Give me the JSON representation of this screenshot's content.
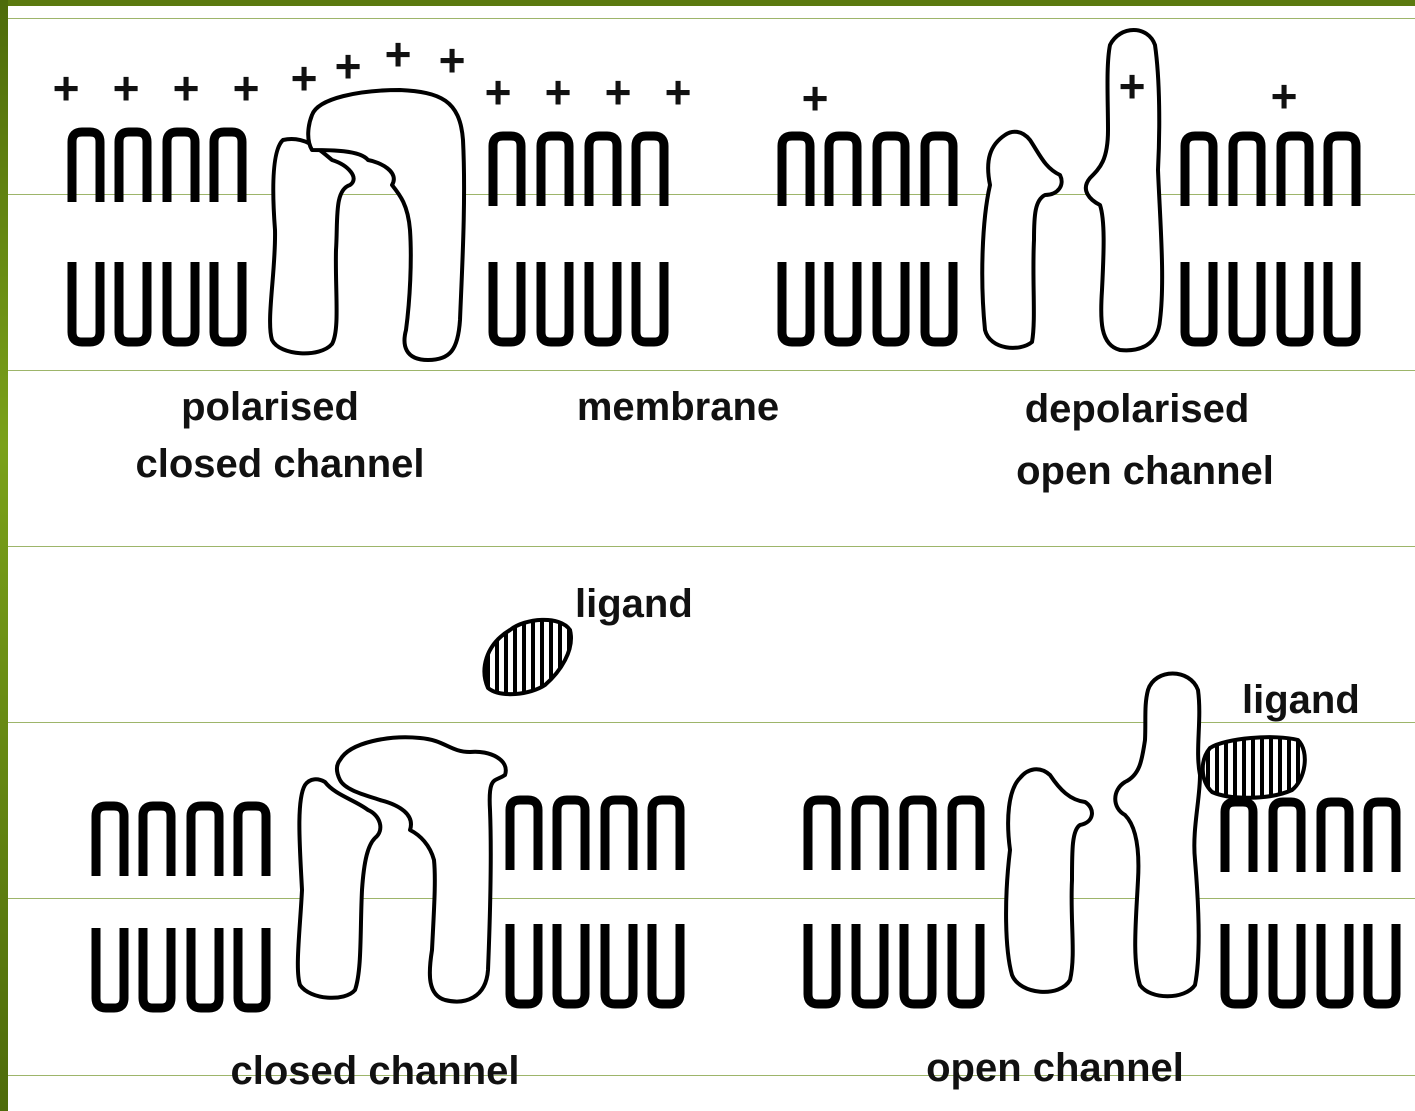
{
  "labels": {
    "polarised": "polarised",
    "closed_channel_top": "closed channel",
    "membrane": "membrane",
    "depolarised": "depolarised",
    "open_channel_top": "open channel",
    "ligand_1": "ligand",
    "ligand_2": "ligand",
    "closed_channel_bottom": "closed channel",
    "open_channel_bottom": "open channel"
  },
  "charge_symbol": "+",
  "colors": {
    "frame_accent": "#5b7a0f",
    "rule_line": "#9db56a",
    "ink": "#000000"
  }
}
